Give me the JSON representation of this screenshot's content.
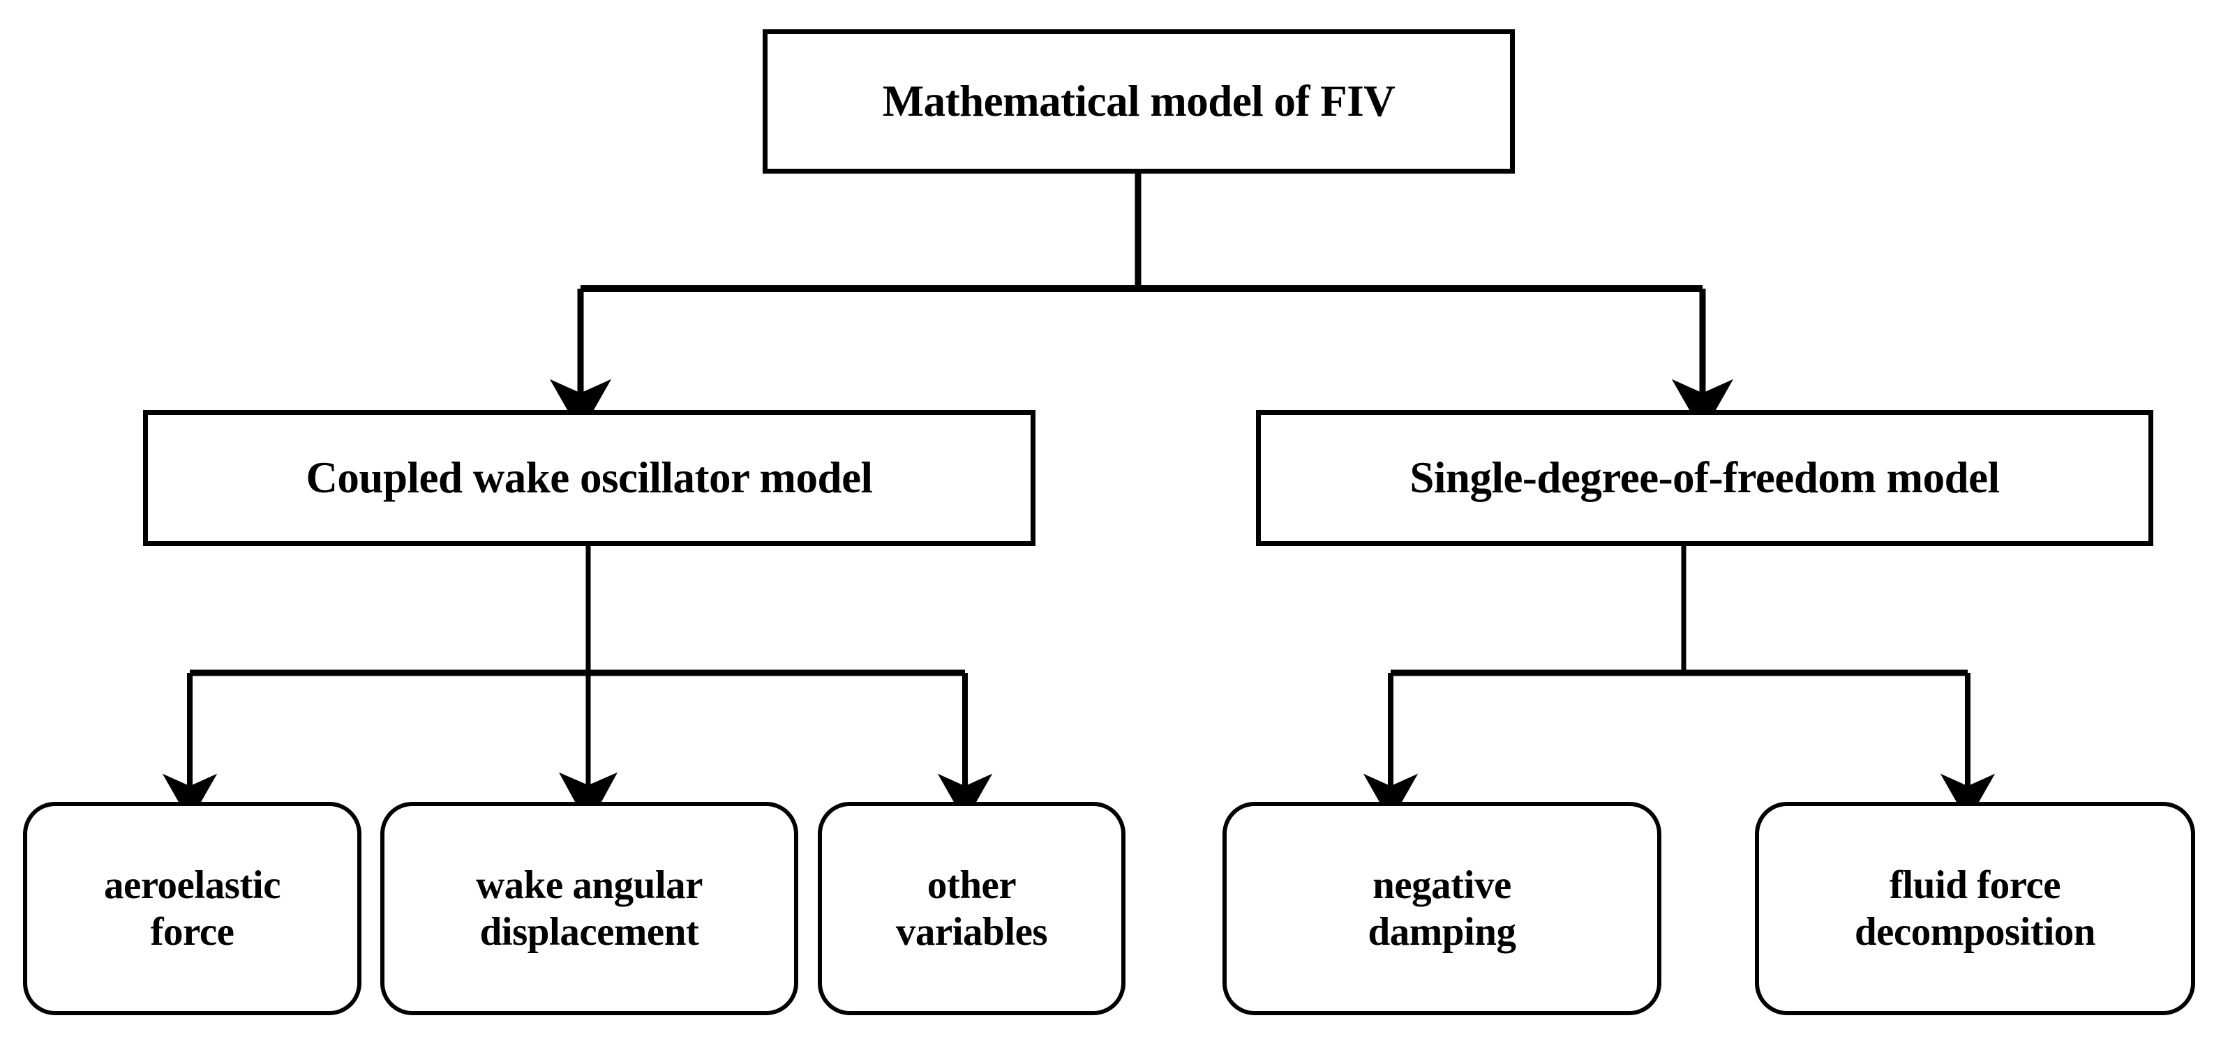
{
  "diagram": {
    "title_node": {
      "id": "root",
      "label": "Mathematical model of FIV"
    },
    "level2": [
      {
        "id": "cwo",
        "label": "Coupled wake oscillator model"
      },
      {
        "id": "sdof",
        "label": "Single-degree-of-freedom model"
      }
    ],
    "leaves": [
      {
        "id": "aero",
        "parent": "cwo",
        "label": "aeroelastic\nforce"
      },
      {
        "id": "wake",
        "parent": "cwo",
        "label": "wake angular\ndisplacement"
      },
      {
        "id": "other",
        "parent": "cwo",
        "label": "other\nvariables"
      },
      {
        "id": "negdamp",
        "parent": "sdof",
        "label": "negative\ndamping"
      },
      {
        "id": "fluid",
        "parent": "sdof",
        "label": "fluid force\ndecomposition"
      }
    ],
    "colors": {
      "stroke": "#000000",
      "fill": "#ffffff",
      "text": "#000000"
    },
    "edges": [
      {
        "from": "root",
        "to": "cwo",
        "style": "orthogonal-arrow"
      },
      {
        "from": "root",
        "to": "sdof",
        "style": "orthogonal-arrow"
      },
      {
        "from": "cwo",
        "to": "aero",
        "style": "orthogonal-arrow"
      },
      {
        "from": "cwo",
        "to": "wake",
        "style": "straight-arrow"
      },
      {
        "from": "cwo",
        "to": "other",
        "style": "orthogonal-arrow"
      },
      {
        "from": "sdof",
        "to": "negdamp",
        "style": "orthogonal-arrow"
      },
      {
        "from": "sdof",
        "to": "fluid",
        "style": "orthogonal-arrow"
      }
    ]
  }
}
